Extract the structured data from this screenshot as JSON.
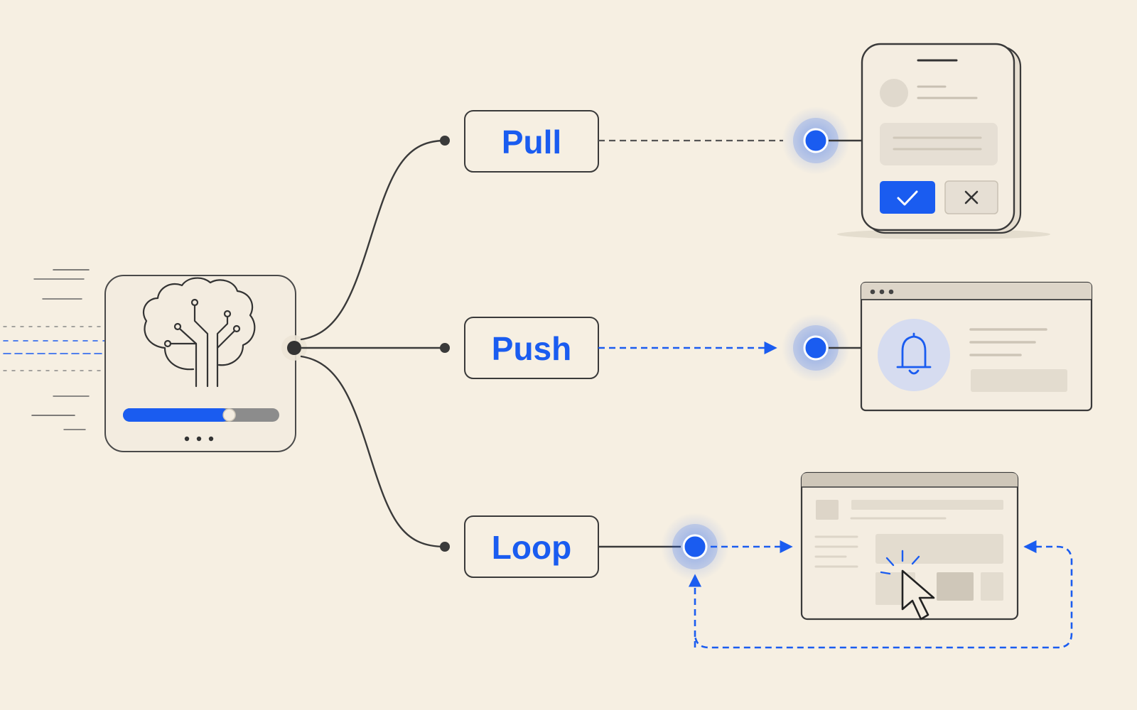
{
  "colors": {
    "background": "#f6efe2",
    "accent": "#1a5cf0",
    "ink": "#3a3a3a",
    "panel": "#f3ece0",
    "muted": "#e2dbd0"
  },
  "modes": {
    "pull": {
      "label": "Pull"
    },
    "push": {
      "label": "Push"
    },
    "loop": {
      "label": "Loop"
    }
  },
  "model": {
    "icon": "brain-circuit-icon",
    "progress": 0.68
  },
  "devices": {
    "phone": {
      "approve_icon": "check-icon",
      "reject_icon": "close-icon"
    },
    "browser_notify": {
      "icon": "bell-icon"
    },
    "browser_loop": {
      "icon": "cursor-click-icon"
    }
  }
}
